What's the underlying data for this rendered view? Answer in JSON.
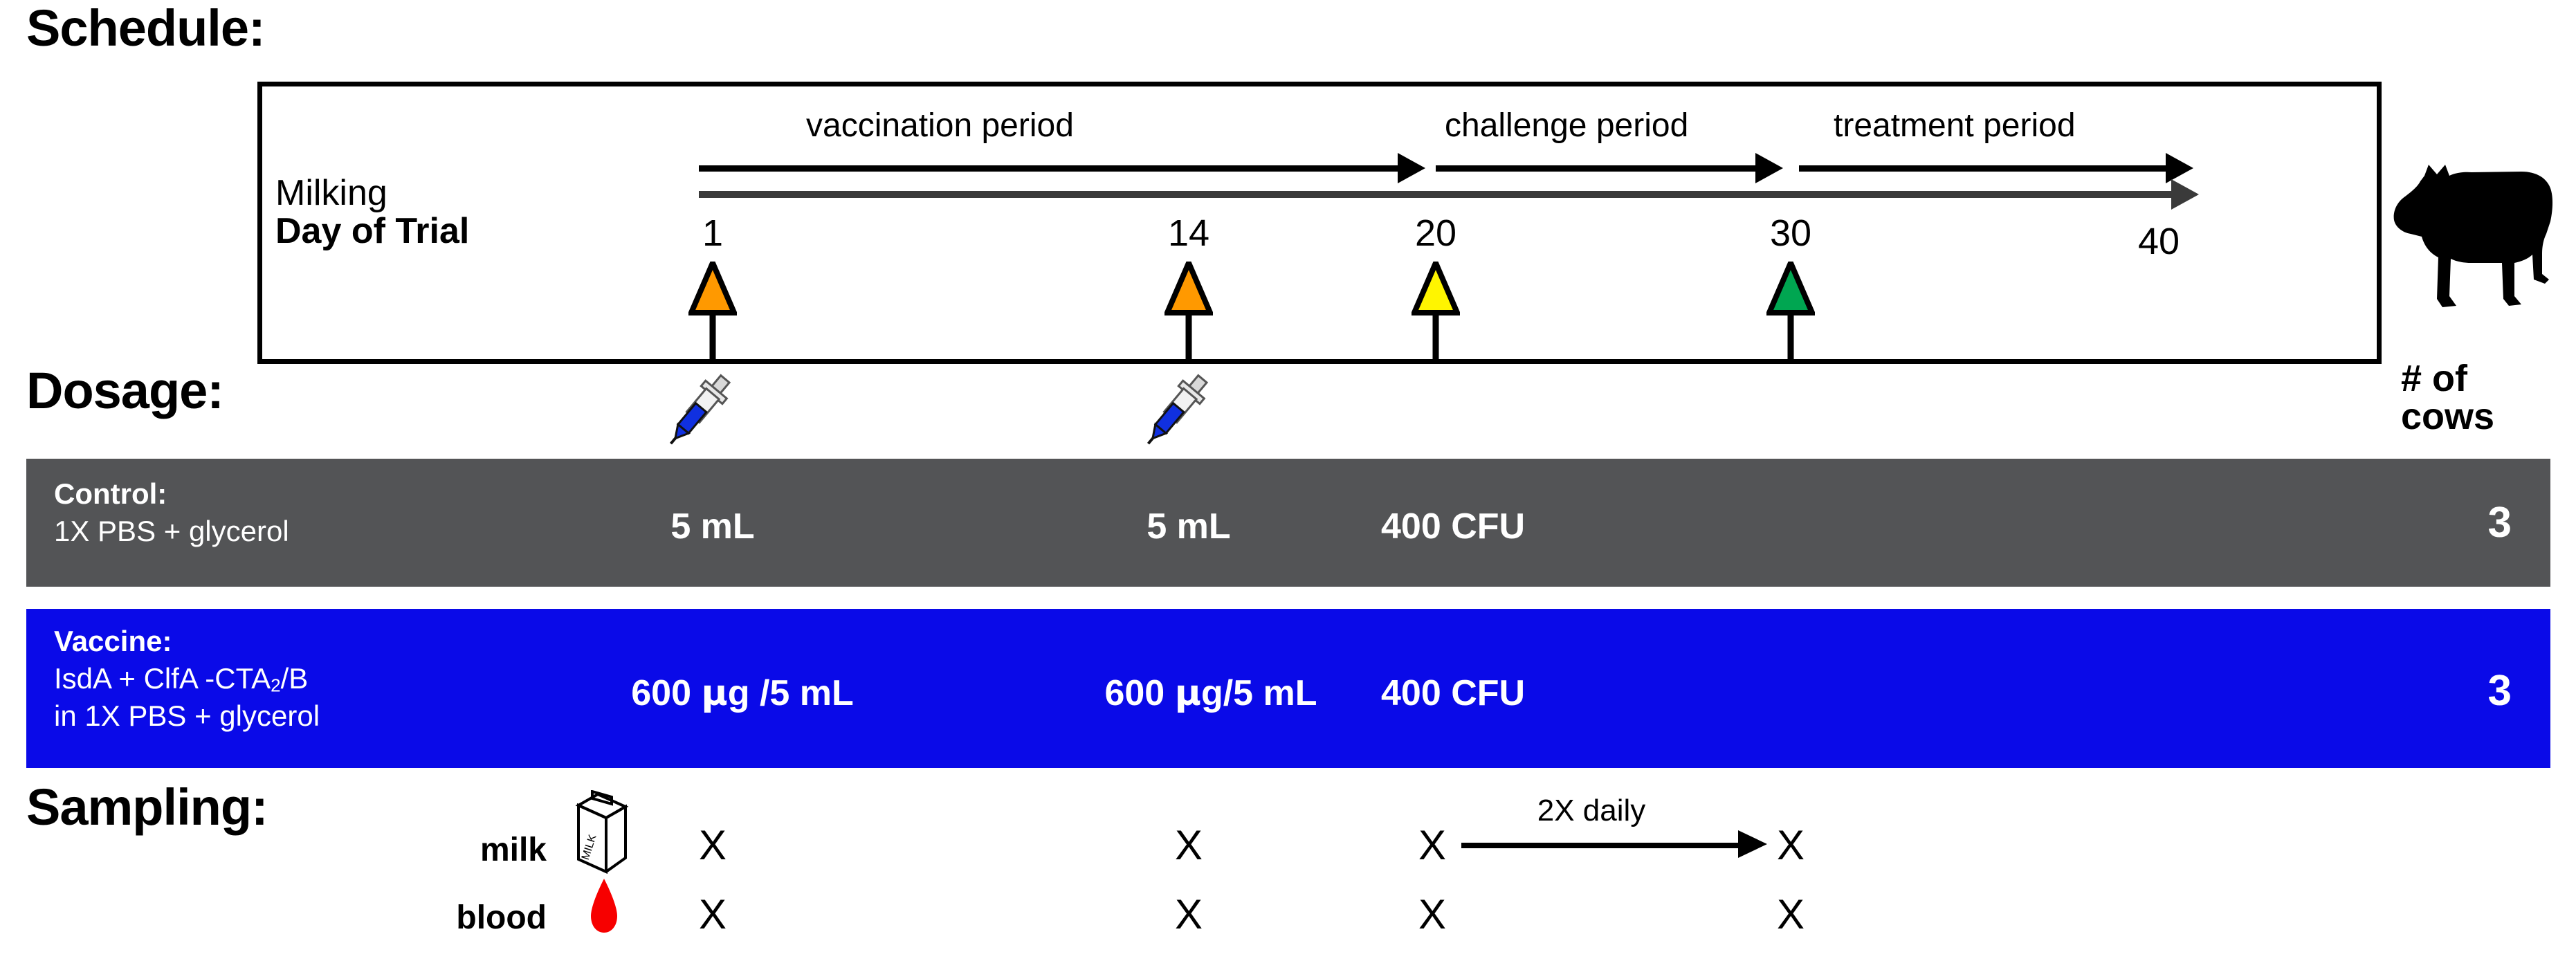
{
  "sections": {
    "schedule": "Schedule:",
    "dosage": "Dosage:",
    "sampling": "Sampling:"
  },
  "timeline": {
    "milking_label": "Milking",
    "day_of_trial_label": "Day of Trial",
    "periods": [
      {
        "name": "vaccination period"
      },
      {
        "name": "challenge period"
      },
      {
        "name": "treatment period"
      }
    ],
    "days": [
      "1",
      "14",
      "20",
      "30",
      "40"
    ],
    "marker_colors": {
      "day1": "#FF9900",
      "day14": "#FF9900",
      "day20": "#FFF500",
      "day30": "#00A651"
    }
  },
  "cows_header": "# of\ncows",
  "cows_header_line1": "# of",
  "cows_header_line2": "cows",
  "groups": [
    {
      "name_line1": "Control:",
      "name_line2": "1X PBS + glycerol",
      "dose_day1": "5 mL",
      "dose_day14": "5 mL",
      "dose_day20": "400 CFU",
      "count": "3",
      "color": "#535456"
    },
    {
      "name_line1": "Vaccine:",
      "name_line2_a": "IsdA + ClfA -CTA",
      "name_line2_sub": "2",
      "name_line2_b": "/B",
      "name_line3": "in 1X PBS + glycerol",
      "dose_day1_num": "600 ",
      "dose_day1_mu": "μ",
      "dose_day1_rest": "g /5 mL",
      "dose_day14_num": "600 ",
      "dose_day14_mu": "μ",
      "dose_day14_rest": "g/5 mL",
      "dose_day20": "400 CFU",
      "count": "3",
      "color": "#0a0ae8"
    }
  ],
  "sampling": {
    "rows": [
      {
        "label": "milk",
        "icon": "milk-carton-icon",
        "marks": [
          "X",
          "X",
          "X",
          "X"
        ]
      },
      {
        "label": "blood",
        "icon": "blood-drop-icon",
        "marks": [
          "X",
          "X",
          "X",
          "X"
        ]
      }
    ],
    "frequency_note": "2X daily"
  }
}
